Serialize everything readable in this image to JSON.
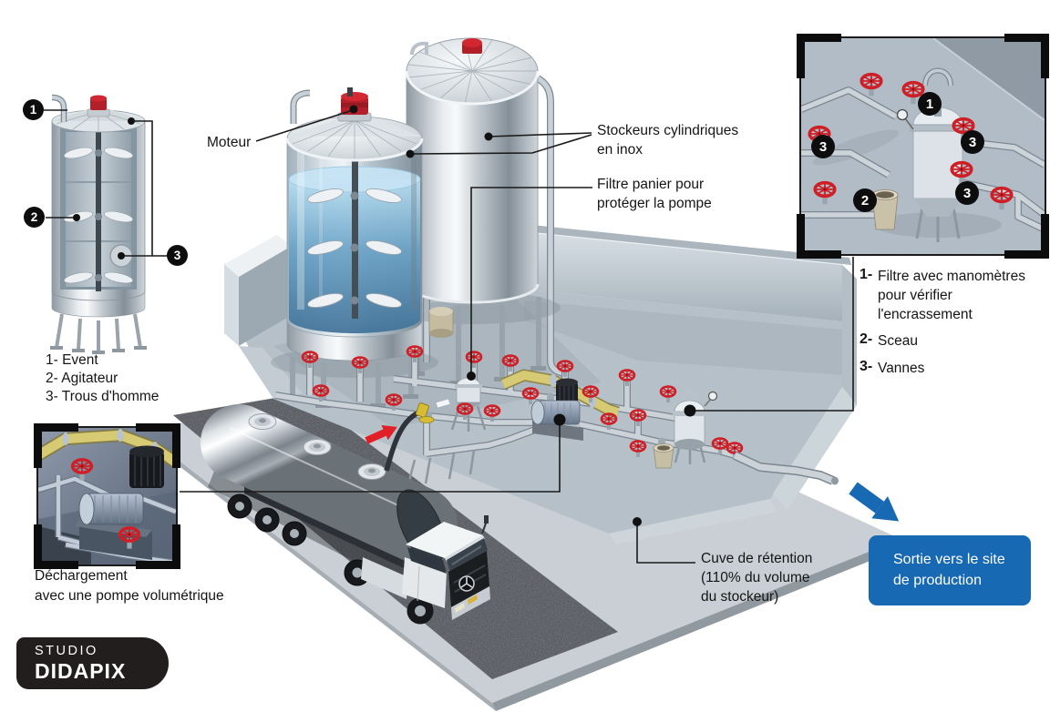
{
  "colors": {
    "background": "#ffffff",
    "text": "#151515",
    "accent_blue": "#1769b4",
    "valve_red": "#cf1f26",
    "arrow_red": "#e01f26",
    "pipe_yellow": "#d6ca74",
    "callout_bg": "#0d0d0d",
    "callout_text": "#ffffff",
    "logo_bg": "#221e1e",
    "logo_text": "#ffffff",
    "output_text": "#ffffff",
    "basin_gray": "#b7c2ca",
    "asphalt_dark": "#4b4d52"
  },
  "agitator_tank_detail": {
    "callouts": {
      "c1": "1",
      "c2": "2",
      "c3": "3"
    },
    "legend": [
      "1- Event",
      "2- Agitateur",
      "3- Trous d'homme"
    ]
  },
  "scene_labels": {
    "moteur": "Moteur",
    "stockeurs_l1": "Stockeurs cylindriques",
    "stockeurs_l2": "en inox",
    "filtre_panier_l1": "Filtre panier pour",
    "filtre_panier_l2": "protéger la pompe",
    "cuve_l1": "Cuve de rétention",
    "cuve_l2": "(110% du volume",
    "cuve_l3": "du stockeur)"
  },
  "filter_inset": {
    "callouts": {
      "c1": "1",
      "c2": "2",
      "c3": "3"
    },
    "legend": [
      {
        "num": "1-",
        "lines": [
          "Filtre avec manomètres",
          "pour vérifier",
          "l'encrassement"
        ]
      },
      {
        "num": "2-",
        "lines": [
          "Sceau"
        ]
      },
      {
        "num": "3-",
        "lines": [
          "Vannes"
        ]
      }
    ]
  },
  "pump_inset": {
    "caption_l1": "Déchargement",
    "caption_l2": "avec une pompe volumétrique"
  },
  "output_box": {
    "l1": "Sortie vers le site",
    "l2": "de production"
  },
  "logo": {
    "line1": "STUDIO",
    "line2": "DIDAPIX"
  }
}
